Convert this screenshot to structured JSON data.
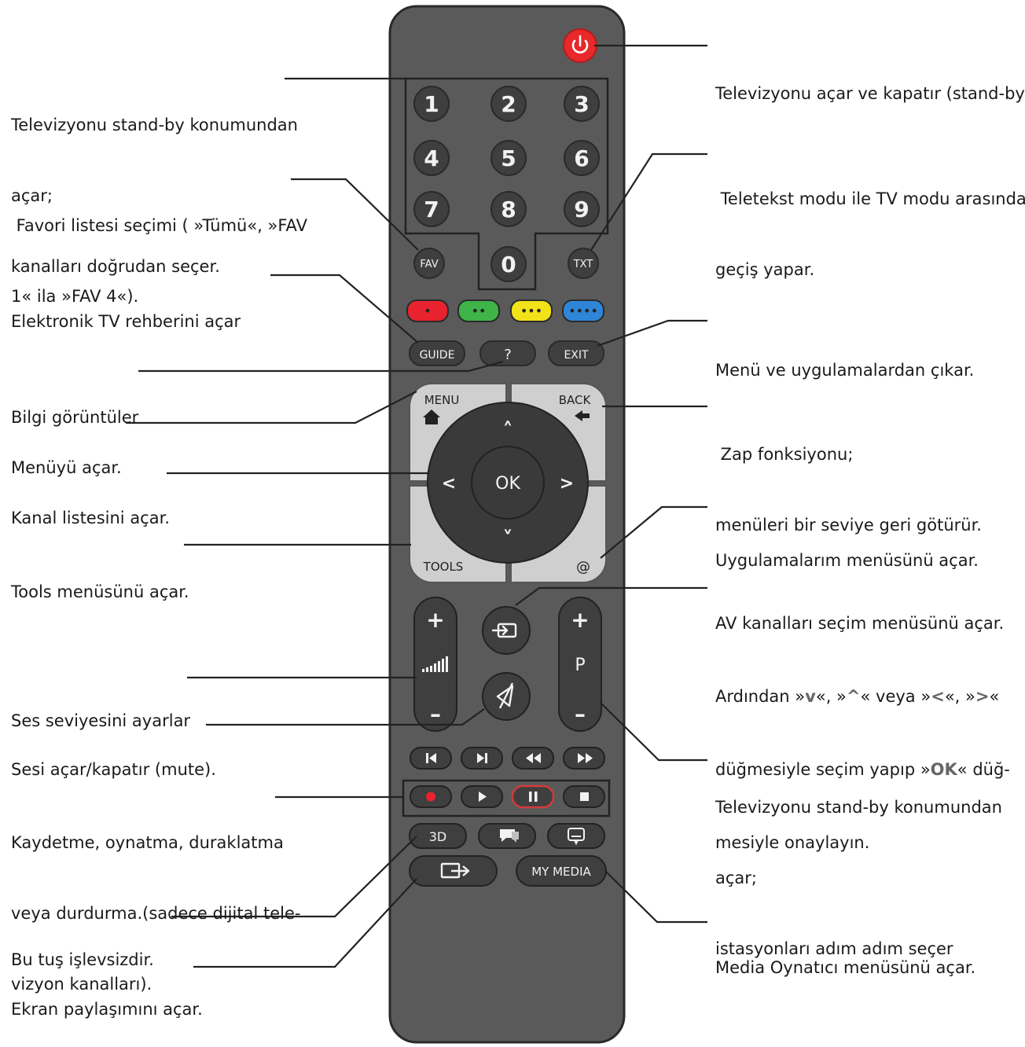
{
  "colors": {
    "body": "#5a5a5a",
    "body_edge": "#2a2a2a",
    "button": "#3f3f3f",
    "power": "#e8282a",
    "red": "#e8222e",
    "green": "#3fb449",
    "yellow": "#f2e21a",
    "blue": "#2f86d8",
    "silver": "#cfcfcf",
    "line": "#222222"
  },
  "remote": {
    "icons": {
      "power": "power-icon",
      "home": "home-icon",
      "back": "back-arrow-icon",
      "source": "source-input-icon",
      "mute": "mute-icon",
      "volume": "volume-bars-icon",
      "share": "screen-share-icon",
      "chat": "chat-icon",
      "subtitle": "subtitle-icon"
    },
    "digits": [
      "1",
      "2",
      "3",
      "4",
      "5",
      "6",
      "7",
      "8",
      "9"
    ],
    "zero": "0",
    "fav": "FAV",
    "txt": "TXT",
    "color_dots": [
      "•",
      "••",
      "•••",
      "••••"
    ],
    "guide": "GUIDE",
    "info": "?",
    "exit": "EXIT",
    "menu": "MENU",
    "back": "BACK",
    "tools": "TOOLS",
    "at": "@",
    "ok": "OK",
    "up": "˄",
    "down": "˅",
    "left": "<",
    "right": ">",
    "vol_plus": "+",
    "vol_minus": "–",
    "p_plus": "+",
    "p_label": "P",
    "p_minus": "–",
    "three_d": "3D",
    "my_media": "MY MEDIA"
  },
  "annotations": {
    "power": [
      "Televizyonu açar ve kapatır (stand-by)."
    ],
    "digits": [
      "Televizyonu stand-by konumundan",
      "açar;",
      "kanalları doğrudan seçer."
    ],
    "fav": [
      " Favori listesi seçimi ( »Tümü«, »FAV",
      "1« ila »FAV 4«)."
    ],
    "teletext": [
      " Teletekst modu ile TV modu arasında",
      "geçiş yapar."
    ],
    "guide": [
      "Elektronik TV rehberini açar"
    ],
    "exit": [
      "Menü ve uygulamalardan çıkar."
    ],
    "info": [
      "Bilgi görüntüler"
    ],
    "menu": [
      "Menüyü açar."
    ],
    "back": [
      " Zap fonksiyonu;",
      "menüleri bir seviye geri götürür."
    ],
    "ok": [
      "Kanal listesini açar."
    ],
    "apps": [
      "Uygulamalarım menüsünü açar."
    ],
    "tools": [
      "Tools menüsünü açar."
    ],
    "av": [
      "AV kanalları seçim menüsünü açar.",
      "Ardından »",
      "«, »",
      "« veya »",
      "«, »",
      "«",
      "düğmesiyle seçim yapıp »",
      "« düğ-",
      "mesiyle onaylayın."
    ],
    "av_keys": [
      "v",
      "^",
      "<",
      ">",
      "OK"
    ],
    "volume": [
      "Ses seviyesini ayarlar"
    ],
    "mute": [
      "Sesi açar/kapatır (mute)."
    ],
    "channel": [
      "Televizyonu stand-by konumundan",
      "açar;",
      "istasyonları adım adım seçer"
    ],
    "record": [
      "Kaydetme, oynatma, duraklatma",
      "veya durdurma.(sadece dijital tele-",
      "vizyon kanalları)."
    ],
    "nofunction": [
      "Bu tuş işlevsizdir."
    ],
    "share": [
      "Ekran paylaşımını açar."
    ],
    "media": [
      "Media Oynatıcı menüsünü açar."
    ]
  }
}
